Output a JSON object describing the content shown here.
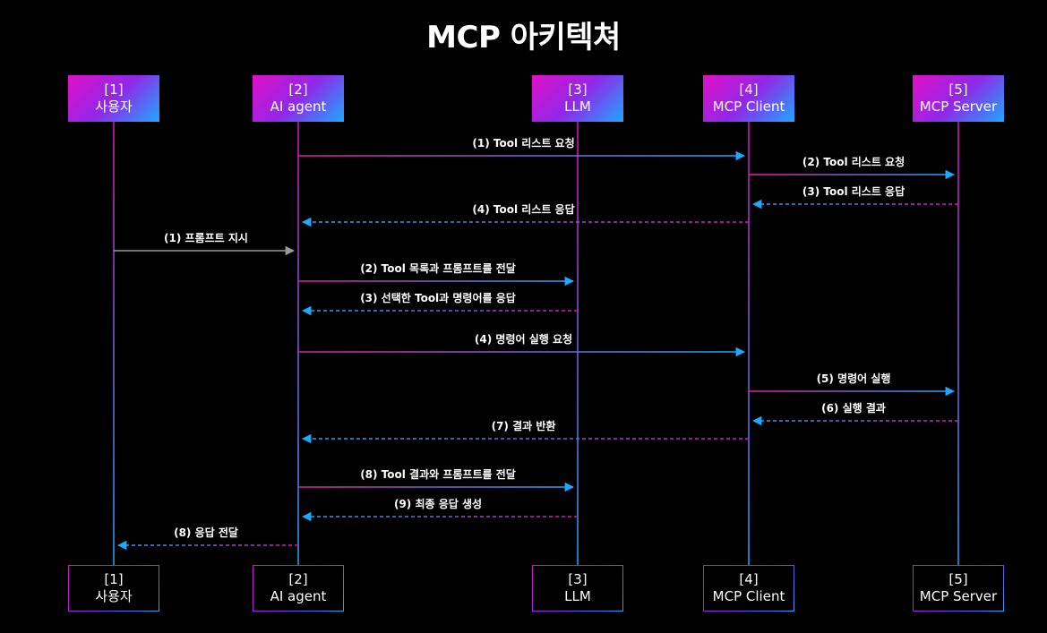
{
  "title": "MCP 아키텍쳐",
  "colors": {
    "accent_magenta": "#e010c8",
    "accent_blue": "#1ea8ff",
    "request_arrow_start": "#e81aa8",
    "request_arrow_end": "#1ea8ff",
    "response_arrow": "#1ea8ff",
    "user_arrow": "#9a9a9a"
  },
  "participants": [
    {
      "id": "p1",
      "index": "[1]",
      "name": "사용자"
    },
    {
      "id": "p2",
      "index": "[2]",
      "name": "AI agent"
    },
    {
      "id": "p3",
      "index": "[3]",
      "name": "LLM"
    },
    {
      "id": "p4",
      "index": "[4]",
      "name": "MCP Client"
    },
    {
      "id": "p5",
      "index": "[5]",
      "name": "MCP Server"
    }
  ],
  "messages": [
    {
      "from": "p2",
      "to": "p4",
      "label": "(1) Tool 리스트 요청",
      "style": "request"
    },
    {
      "from": "p4",
      "to": "p5",
      "label": "(2) Tool 리스트 요청",
      "style": "request"
    },
    {
      "from": "p5",
      "to": "p4",
      "label": "(3) Tool 리스트 응답",
      "style": "response"
    },
    {
      "from": "p4",
      "to": "p2",
      "label": "(4) Tool 리스트 응답",
      "style": "response"
    },
    {
      "from": "p1",
      "to": "p2",
      "label": "(1) 프롬프트 지시",
      "style": "user"
    },
    {
      "from": "p2",
      "to": "p3",
      "label": "(2) Tool 목록과 프롬프트를 전달",
      "style": "request"
    },
    {
      "from": "p3",
      "to": "p2",
      "label": "(3) 선택한 Tool과 명령어를 응답",
      "style": "response"
    },
    {
      "from": "p2",
      "to": "p4",
      "label": "(4) 명령어 실행 요청",
      "style": "request"
    },
    {
      "from": "p4",
      "to": "p5",
      "label": "(5) 명령어 실행",
      "style": "request"
    },
    {
      "from": "p5",
      "to": "p4",
      "label": "(6) 실행 결과",
      "style": "response"
    },
    {
      "from": "p4",
      "to": "p2",
      "label": "(7) 결과 반환",
      "style": "response"
    },
    {
      "from": "p2",
      "to": "p3",
      "label": "(8) Tool 결과와 프롬프트를 전달",
      "style": "request"
    },
    {
      "from": "p3",
      "to": "p2",
      "label": "(9) 최종 응답 생성",
      "style": "response"
    },
    {
      "from": "p2",
      "to": "p1",
      "label": "(8) 응답 전달",
      "style": "response"
    }
  ]
}
